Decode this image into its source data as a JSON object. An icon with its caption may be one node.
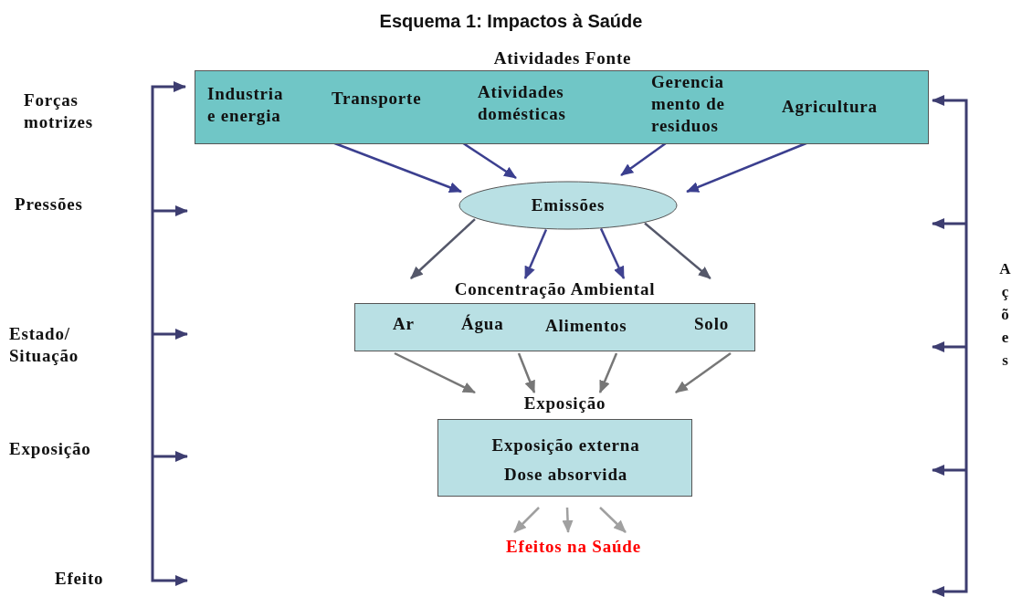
{
  "diagram": {
    "title": "Esquema 1:  Impactos à Saúde",
    "nodes": [
      {
        "text": [
          "Atividades Fonte"
        ]
      },
      {
        "text": [
          "Industria e energia"
        ],
        "in": 0
      },
      {
        "text": [
          "Transporte"
        ],
        "in": 0
      },
      {
        "text": [
          "Atividades domésticas"
        ],
        "in": 0
      },
      {
        "text": [
          "Gerencia mento de residuos"
        ],
        "in": 0
      },
      {
        "text": [
          "Agricultura"
        ],
        "in": 0
      },
      {
        "text": [
          "Emissões"
        ]
      },
      {
        "text": [
          "Concentração Ambiental"
        ]
      },
      {
        "text": [
          "Ar"
        ],
        "in": 7
      },
      {
        "text": [
          "Água"
        ],
        "in": 7
      },
      {
        "text": [
          "Alimentos"
        ],
        "in": 7
      },
      {
        "text": [
          "Solo"
        ],
        "in": 7
      },
      {
        "text": [
          "Exposição",
          "Exposição externa",
          "Dose absorvida"
        ]
      },
      {
        "text": [
          "Efeitos na Saúde"
        ]
      }
    ],
    "edges": [
      {
        "from": 1,
        "to": 6,
        "arrow": "to",
        "color": "#3b3f8f"
      },
      {
        "from": 2,
        "to": 6,
        "arrow": "to",
        "color": "#3b3f8f"
      },
      {
        "from": 4,
        "to": 6,
        "arrow": "to",
        "color": "#3b3f8f"
      },
      {
        "from": 5,
        "to": 6,
        "arrow": "to",
        "color": "#3b3f8f"
      },
      {
        "from": 6,
        "to": 7,
        "arrow": "to",
        "color": "#55586a"
      },
      {
        "from": 6,
        "to": 7,
        "arrow": "to",
        "color": "#3f4290"
      },
      {
        "from": 6,
        "to": 7,
        "arrow": "to",
        "color": "#3f4290"
      },
      {
        "from": 6,
        "to": 7,
        "arrow": "to",
        "color": "#55586a"
      },
      {
        "from": 8,
        "to": 12,
        "arrow": "to"
      },
      {
        "from": 9,
        "to": 12,
        "arrow": "to"
      },
      {
        "from": 10,
        "to": 12,
        "arrow": "to"
      },
      {
        "from": 11,
        "to": 12,
        "arrow": "to"
      },
      {
        "from": 12,
        "to": 13,
        "arrow": "to",
        "color": "#a0a0a0"
      },
      {
        "from": 12,
        "to": 13,
        "arrow": "to",
        "color": "#a0a0a0"
      },
      {
        "from": 12,
        "to": 13,
        "arrow": "to",
        "color": "#a0a0a0"
      }
    ],
    "labels": [
      "Forças motrizes",
      "Pressões",
      "Estado/ Situação",
      "Exposição",
      "Efeito",
      "Ações"
    ]
  }
}
